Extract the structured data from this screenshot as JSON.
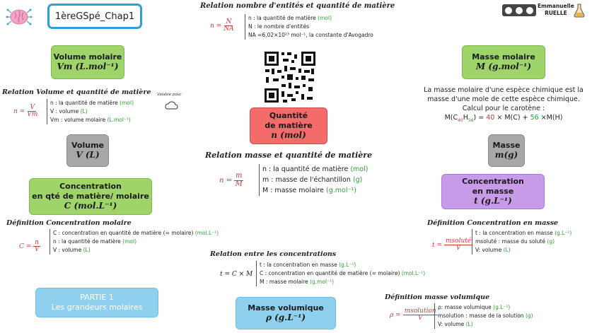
{
  "header": {
    "chapter_label": "1èreGSpé_Chap1",
    "author_first": "Emmanuelle",
    "author_last": "RUELLE",
    "license": "cc by nc sa"
  },
  "center": {
    "top_heading": "Relation nombre d'entités et quantité de matière",
    "top_formula_lhs": "n =",
    "top_formula_num": "N",
    "top_formula_den": "NA",
    "top_defs": [
      "n : la quantité de matière",
      "N : le nombre d'entités",
      "NA =6,02×10²³ mol⁻¹, la constante d'Avogadro"
    ],
    "top_defs_units": [
      "(mol)",
      "",
      ""
    ],
    "core_box": {
      "line1": "Quantité",
      "line2": "de matière",
      "symbol": "n (mol)"
    },
    "mid_heading": "Relation masse et quantité de matière",
    "mid_formula_lhs": "n =",
    "mid_formula_num": "m",
    "mid_formula_den": "M",
    "mid_defs": [
      "n : la quantité de matière",
      "m : masse de l'échantillon",
      "M : masse molaire"
    ],
    "mid_defs_units": [
      "(mol)",
      "(g)",
      "(g.mol⁻¹)"
    ],
    "conc_heading": "Relation entre les concentrations",
    "conc_formula": "t = C × M",
    "conc_defs": [
      "t : la concentration en masse",
      "C : concentration en quantité de matière (= molaire)",
      "M : masse molaire"
    ],
    "conc_defs_units": [
      "(g.L⁻¹)",
      "(mol.L⁻¹)",
      "(g.mol⁻¹)"
    ],
    "vol_mass_box": {
      "line1": "Masse volumique",
      "symbol": "ρ (g.L⁻¹)"
    }
  },
  "left": {
    "molar_volume_box": {
      "line1": "Volume molaire",
      "symbol": "Vm (L.mol⁻¹)"
    },
    "vm_heading": "Relation Volume et quantité de matière",
    "vm_note": "Valable pour",
    "vm_formula_lhs": "n =",
    "vm_formula_num": "V",
    "vm_formula_den": "Vm",
    "vm_defs": [
      "n : la quantité de matière",
      "V : volume",
      "Vm : volume molaire"
    ],
    "vm_defs_units": [
      "(mol)",
      "(L)",
      "(L.mol⁻¹)"
    ],
    "volume_box": {
      "line1": "Volume",
      "symbol": "V (L)"
    },
    "conc_box": {
      "line1": "Concentration",
      "line2": "en qté de matière/ molaire",
      "symbol": "C (mol.L⁻¹)"
    },
    "cm_heading": "Définition Concentration molaire",
    "cm_formula_lhs": "C =",
    "cm_formula_num": "n",
    "cm_formula_den": "V",
    "cm_defs": [
      "C : concentration en quantité de matière (= molaire)",
      "n : la quantité de matière",
      "V : volume"
    ],
    "cm_defs_units": [
      "(mol.L⁻¹)",
      "(mol)",
      "(L)"
    ],
    "part_box": {
      "line1": "PARTIE 1",
      "line2": "Les grandeurs molaires"
    }
  },
  "right": {
    "molar_mass_box": {
      "line1": "Masse molaire",
      "symbol": "M (g.mol⁻¹)"
    },
    "mm_text": [
      "La masse molaire d'une espèce chimique est la",
      "masse d'une mole de cette espèce chimique.",
      "Calcul pour le carotène :"
    ],
    "mm_calc_prefix": "M(C",
    "mm_calc_sub1": "40",
    "mm_calc_h": "H",
    "mm_calc_sub2": "56",
    "mm_calc_mid": ") = ",
    "mm_calc_n1": "40",
    "mm_calc_mc": " × M(C) + ",
    "mm_calc_n2": "56",
    "mm_calc_mh": " ×M(H)",
    "mass_box": {
      "line1": "Masse",
      "symbol": "m(g)"
    },
    "cmass_box": {
      "line1": "Concentration",
      "line2": "en masse",
      "symbol": "t (g.L⁻¹)"
    },
    "cmass_heading": "Définition Concentration en masse",
    "cmass_formula_lhs": "t =",
    "cmass_formula_num": "msoluté",
    "cmass_formula_den": "V",
    "cmass_defs": [
      "t : la concentration en masse",
      "msoluté : masse du soluté",
      "V: volume"
    ],
    "cmass_defs_units": [
      "(g.L⁻¹)",
      "(g)",
      "(L)"
    ],
    "rho_heading": "Définition masse volumique",
    "rho_formula_lhs": "ρ =",
    "rho_formula_num": "msolution",
    "rho_formula_den": "V",
    "rho_defs": [
      "ρ: masse volumique",
      "msolution : masse de la solution",
      "V: volume"
    ],
    "rho_defs_units": [
      "(g.L⁻¹)",
      "(g)",
      "(L)"
    ]
  },
  "icons": {
    "brain": "brain-icon",
    "cloud": "cloud-icon",
    "flask": "flask-icon",
    "qr": "qr-code-icon",
    "cc": "creative-commons-icon"
  }
}
